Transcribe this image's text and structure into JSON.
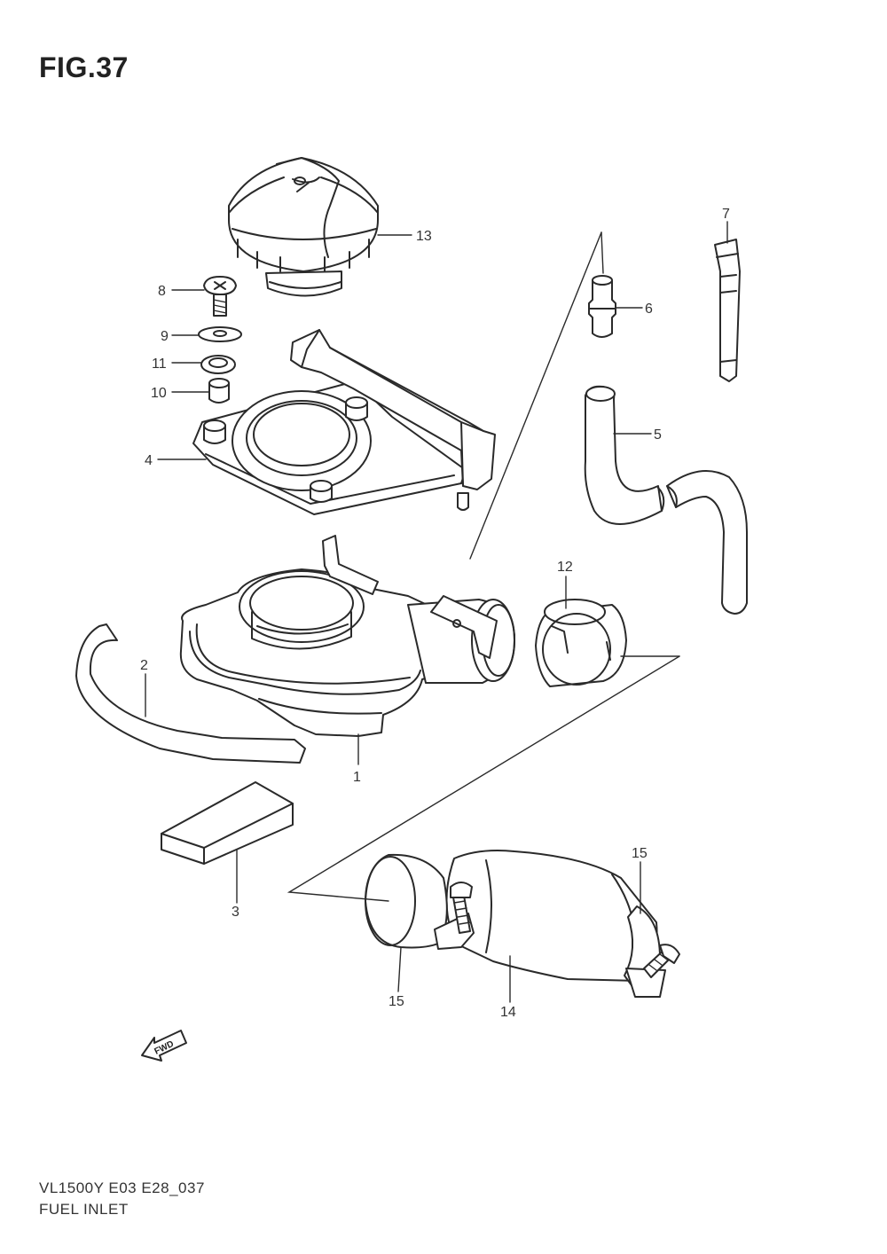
{
  "figure": {
    "title": "FIG.37"
  },
  "parts": [
    {
      "no": "1"
    },
    {
      "no": "2"
    },
    {
      "no": "3"
    },
    {
      "no": "4"
    },
    {
      "no": "5"
    },
    {
      "no": "6"
    },
    {
      "no": "7"
    },
    {
      "no": "8"
    },
    {
      "no": "9"
    },
    {
      "no": "10"
    },
    {
      "no": "11"
    },
    {
      "no": "12"
    },
    {
      "no": "13"
    },
    {
      "no": "14"
    },
    {
      "no": "15"
    },
    {
      "no": "15"
    }
  ],
  "fwd_arrow": {
    "label": "FWD",
    "icon": "fwd-arrow-icon"
  },
  "footer": {
    "model_code": "VL1500Y  E03  E28_037",
    "caption": "FUEL INLET"
  }
}
